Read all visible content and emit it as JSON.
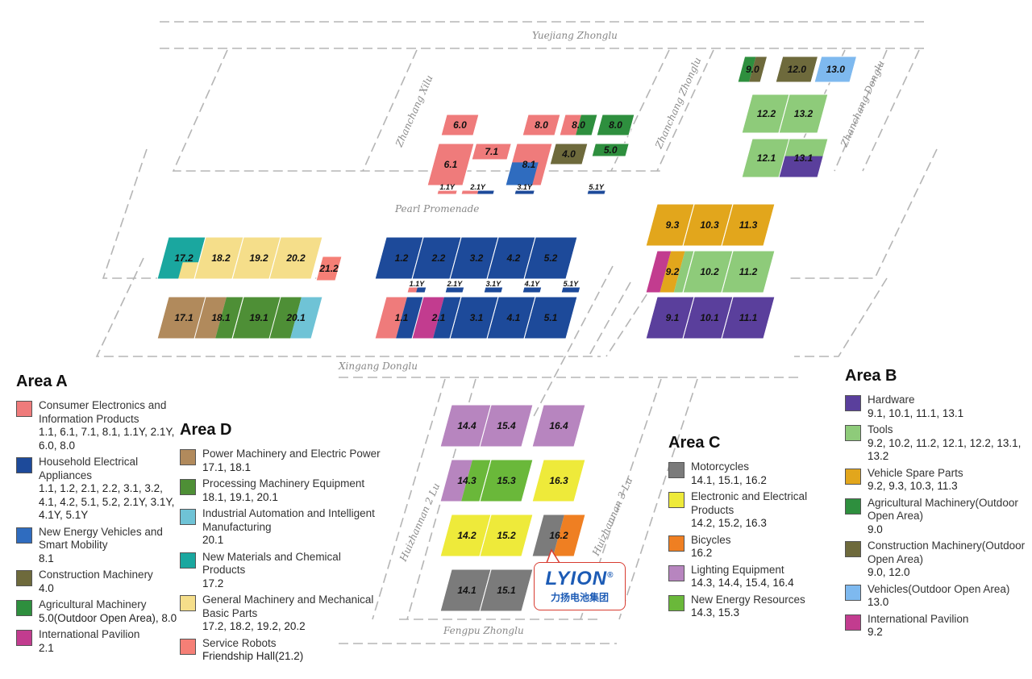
{
  "roads": {
    "yuejiang": "Yuejiang Zhonglu",
    "zhanchang_xilu": "Zhanchang Xilu",
    "zhanchang_zhonglu": "Zhanchang Zhonglu",
    "zhanchang_donglu": "Zhanchang Donglu",
    "pearl_promenade": "Pearl Promenade",
    "xingang_donglu": "Xingang Donglu",
    "huizhannan_2": "Huizhannan 2 Lu",
    "huizhannan_3": "Huizhannan 3 Lu",
    "fengpu": "Fengpu Zhonglu"
  },
  "colors": {
    "consumer": "#ef7b7b",
    "household": "#1d4a9a",
    "nev": "#2f6cbf",
    "construction": "#6e6a3c",
    "agri": "#2e8f3e",
    "intl": "#c23c8f",
    "power": "#b18a5c",
    "processing": "#4e8f36",
    "automation": "#6fc3d6",
    "materials": "#1aa79f",
    "general": "#f5de8a",
    "robots": "#f57f76",
    "moto": "#7b7b7b",
    "elec": "#eeea3a",
    "bike": "#ef7f22",
    "light": "#b785bf",
    "newenergy": "#6ab83a",
    "hardware": "#5a3f9c",
    "tools": "#8ecb7a",
    "spare": "#e2a61c",
    "agri_b": "#2e8f3e",
    "constr_b": "#6e6a3c",
    "vehicles": "#7eb9ef",
    "intl_b": "#c23c8f"
  },
  "halls": [
    {
      "label": "9.0",
      "colors": [
        "agri",
        "constr_b"
      ]
    },
    {
      "label": "12.0",
      "colors": [
        "constr_b"
      ]
    },
    {
      "label": "13.0",
      "colors": [
        "vehicles"
      ]
    },
    {
      "label": "12.2",
      "colors": [
        "tools"
      ]
    },
    {
      "label": "13.2",
      "colors": [
        "tools"
      ]
    },
    {
      "label": "12.1",
      "colors": [
        "tools"
      ]
    },
    {
      "label": "13.1",
      "colors": [
        "tools",
        "hardware"
      ]
    },
    {
      "label": "6.0",
      "colors": [
        "consumer"
      ]
    },
    {
      "label": "8.0",
      "colors": [
        "consumer"
      ]
    },
    {
      "label": "8.0",
      "colors": [
        "consumer",
        "agri"
      ]
    },
    {
      "label": "8.0",
      "colors": [
        "agri"
      ]
    },
    {
      "label": "6.1",
      "colors": [
        "consumer"
      ]
    },
    {
      "label": "7.1",
      "colors": [
        "consumer"
      ]
    },
    {
      "label": "8.1",
      "colors": [
        "consumer",
        "nev"
      ]
    },
    {
      "label": "4.0",
      "colors": [
        "construction"
      ]
    },
    {
      "label": "5.0",
      "colors": [
        "agri"
      ]
    },
    {
      "label": "1.1Y",
      "colors": [
        "consumer"
      ]
    },
    {
      "label": "2.1Y",
      "colors": [
        "consumer",
        "household"
      ]
    },
    {
      "label": "3.1Y",
      "colors": [
        "household"
      ]
    },
    {
      "label": "5.1Y",
      "colors": [
        "household"
      ]
    },
    {
      "label": "9.3",
      "colors": [
        "spare"
      ]
    },
    {
      "label": "10.3",
      "colors": [
        "spare"
      ]
    },
    {
      "label": "11.3",
      "colors": [
        "spare"
      ]
    },
    {
      "label": "9.2",
      "colors": [
        "intl_b",
        "spare",
        "tools"
      ]
    },
    {
      "label": "10.2",
      "colors": [
        "tools"
      ]
    },
    {
      "label": "11.2",
      "colors": [
        "tools"
      ]
    },
    {
      "label": "9.1",
      "colors": [
        "hardware"
      ]
    },
    {
      "label": "10.1",
      "colors": [
        "hardware"
      ]
    },
    {
      "label": "11.1",
      "colors": [
        "hardware"
      ]
    },
    {
      "label": "17.2",
      "colors": [
        "materials",
        "general"
      ]
    },
    {
      "label": "18.2",
      "colors": [
        "general"
      ]
    },
    {
      "label": "19.2",
      "colors": [
        "general"
      ]
    },
    {
      "label": "20.2",
      "colors": [
        "general"
      ]
    },
    {
      "label": "21.2",
      "colors": [
        "robots"
      ]
    },
    {
      "label": "17.1",
      "colors": [
        "power"
      ]
    },
    {
      "label": "18.1",
      "colors": [
        "power",
        "processing"
      ]
    },
    {
      "label": "19.1",
      "colors": [
        "processing"
      ]
    },
    {
      "label": "20.1",
      "colors": [
        "processing",
        "automation"
      ]
    },
    {
      "label": "1.2",
      "colors": [
        "household"
      ]
    },
    {
      "label": "2.2",
      "colors": [
        "household"
      ]
    },
    {
      "label": "3.2",
      "colors": [
        "household"
      ]
    },
    {
      "label": "4.2",
      "colors": [
        "household"
      ]
    },
    {
      "label": "5.2",
      "colors": [
        "household"
      ]
    },
    {
      "label": "1.1Y",
      "colors": [
        "consumer",
        "household"
      ]
    },
    {
      "label": "2.1Y",
      "colors": [
        "household"
      ]
    },
    {
      "label": "3.1Y",
      "colors": [
        "household"
      ]
    },
    {
      "label": "4.1Y",
      "colors": [
        "household"
      ]
    },
    {
      "label": "5.1Y",
      "colors": [
        "household"
      ]
    },
    {
      "label": "1.1",
      "colors": [
        "consumer",
        "household"
      ]
    },
    {
      "label": "2.1",
      "colors": [
        "intl",
        "household"
      ]
    },
    {
      "label": "3.1",
      "colors": [
        "household"
      ]
    },
    {
      "label": "4.1",
      "colors": [
        "household"
      ]
    },
    {
      "label": "5.1",
      "colors": [
        "household"
      ]
    },
    {
      "label": "14.4",
      "colors": [
        "light"
      ]
    },
    {
      "label": "15.4",
      "colors": [
        "light"
      ]
    },
    {
      "label": "16.4",
      "colors": [
        "light"
      ]
    },
    {
      "label": "14.3",
      "colors": [
        "light",
        "newenergy"
      ]
    },
    {
      "label": "15.3",
      "colors": [
        "newenergy"
      ]
    },
    {
      "label": "16.3",
      "colors": [
        "elec"
      ]
    },
    {
      "label": "14.2",
      "colors": [
        "elec"
      ]
    },
    {
      "label": "15.2",
      "colors": [
        "elec"
      ]
    },
    {
      "label": "16.2",
      "colors": [
        "moto",
        "bike"
      ]
    },
    {
      "label": "14.1",
      "colors": [
        "moto"
      ]
    },
    {
      "label": "15.1",
      "colors": [
        "moto"
      ]
    }
  ],
  "logo": {
    "word": "LYION",
    "registered": "®",
    "chinese": "力扬电池集团"
  },
  "areas": {
    "a": {
      "title": "Area A",
      "items": [
        {
          "color": "consumer",
          "heading": "Consumer Electronics and Information Products",
          "numbers": "1.1, 6.1, 7.1, 8.1, 1.1Y, 2.1Y, 6.0, 8.0"
        },
        {
          "color": "household",
          "heading": "Household Electrical Appliances",
          "numbers": "1.1, 1.2, 2.1, 2.2, 3.1, 3.2, 4.1, 4.2, 5.1, 5.2, 2.1Y, 3.1Y, 4.1Y, 5.1Y"
        },
        {
          "color": "nev",
          "heading": "New Energy Vehicles and Smart Mobility",
          "numbers": "8.1"
        },
        {
          "color": "construction",
          "heading": "Construction Machinery",
          "numbers": "4.0"
        },
        {
          "color": "agri",
          "heading": "Agricultural Machinery",
          "numbers": "5.0(Outdoor Open Area), 8.0"
        },
        {
          "color": "intl",
          "heading": "International Pavilion",
          "numbers": "2.1"
        }
      ]
    },
    "d": {
      "title": "Area D",
      "items": [
        {
          "color": "power",
          "heading": "Power Machinery and Electric Power",
          "numbers": "17.1, 18.1"
        },
        {
          "color": "processing",
          "heading": "Processing Machinery Equipment",
          "numbers": "18.1, 19.1, 20.1"
        },
        {
          "color": "automation",
          "heading": "Industrial Automation and Intelligent Manufacturing",
          "numbers": "20.1"
        },
        {
          "color": "materials",
          "heading": "New Materials and Chemical Products",
          "numbers": "17.2"
        },
        {
          "color": "general",
          "heading": "General Machinery and Mechanical Basic Parts",
          "numbers": "17.2, 18.2, 19.2, 20.2"
        },
        {
          "color": "robots",
          "heading": "Service Robots",
          "numbers": "Friendship Hall(21.2)"
        }
      ]
    },
    "c": {
      "title": "Area C",
      "items": [
        {
          "color": "moto",
          "heading": "Motorcycles",
          "numbers": "14.1, 15.1, 16.2"
        },
        {
          "color": "elec",
          "heading": "Electronic and Electrical Products",
          "numbers": "14.2, 15.2, 16.3"
        },
        {
          "color": "bike",
          "heading": "Bicycles",
          "numbers": "16.2"
        },
        {
          "color": "light",
          "heading": "Lighting Equipment",
          "numbers": "14.3, 14.4, 15.4, 16.4"
        },
        {
          "color": "newenergy",
          "heading": "New Energy Resources",
          "numbers": "14.3, 15.3"
        }
      ]
    },
    "b": {
      "title": "Area B",
      "items": [
        {
          "color": "hardware",
          "heading": "Hardware",
          "numbers": "9.1, 10.1, 11.1, 13.1"
        },
        {
          "color": "tools",
          "heading": "Tools",
          "numbers": "9.2, 10.2, 11.2, 12.1, 12.2, 13.1, 13.2"
        },
        {
          "color": "spare",
          "heading": "Vehicle Spare Parts",
          "numbers": "9.2, 9.3, 10.3, 11.3"
        },
        {
          "color": "agri_b",
          "heading": "Agricultural Machinery(Outdoor Open Area)",
          "numbers": "9.0"
        },
        {
          "color": "constr_b",
          "heading": "Construction Machinery(Outdoor Open Area)",
          "numbers": "9.0, 12.0"
        },
        {
          "color": "vehicles",
          "heading": "Vehicles(Outdoor Open Area)",
          "numbers": "13.0"
        },
        {
          "color": "intl_b",
          "heading": "International Pavilion",
          "numbers": "9.2"
        }
      ]
    }
  }
}
